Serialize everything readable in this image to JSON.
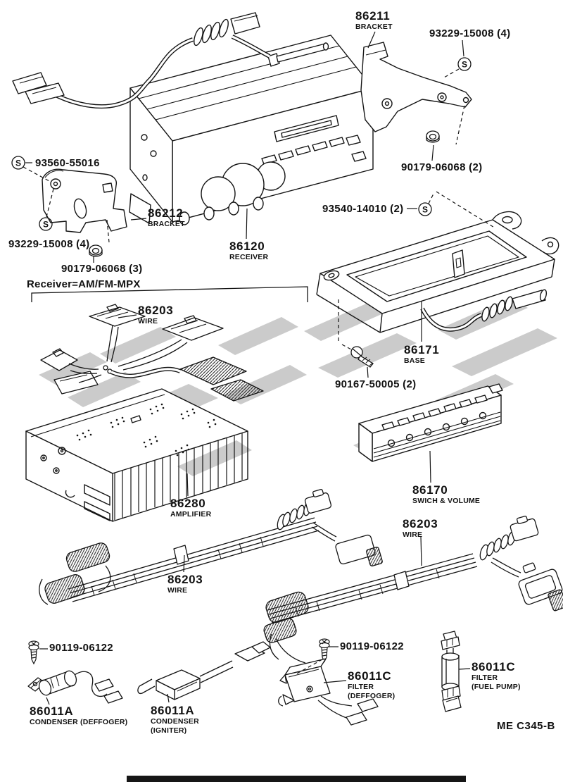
{
  "diagram": {
    "footer_code": "ME C345-B",
    "group_note": "Receiver=AM/FM-MPX",
    "screw_symbol": "S"
  },
  "parts": {
    "bracket_top": {
      "no": "86211",
      "name": "BRACKET"
    },
    "bracket_left": {
      "no": "86212",
      "name": "BRACKET"
    },
    "receiver": {
      "no": "86120",
      "name": "RECEIVER"
    },
    "wire_top": {
      "no": "86203",
      "name": "WIRE"
    },
    "base": {
      "no": "86171",
      "name": "BASE"
    },
    "amplifier": {
      "no": "86280",
      "name": "AMPLIFIER"
    },
    "switch_volume": {
      "no": "86170",
      "name": "SWICH & VOLUME"
    },
    "wire_left": {
      "no": "86203",
      "name": "WIRE"
    },
    "wire_right": {
      "no": "86203",
      "name": "WIRE"
    },
    "condenser_deffoger": {
      "no": "86011A",
      "name": "CONDENSER (DEFFOGER)"
    },
    "condenser_igniter": {
      "no": "86011A",
      "name": "CONDENSER",
      "name2": "(IGNITER)"
    },
    "filter_deffoger": {
      "no": "86011C",
      "name": "FILTER",
      "name2": "(DEFFOGER)"
    },
    "filter_fuelpump": {
      "no": "86011C",
      "name": "FILTER",
      "name2": "(FUEL PUMP)"
    }
  },
  "fasteners": {
    "screw_top_right": "93229-15008 (4)",
    "nut_top_right": "90179-06068 (2)",
    "screw_left_upper": "93560-55016",
    "screw_left_lower": "93229-15008 (4)",
    "nut_left": "90179-06068 (3)",
    "screw_base_top": "93540-14010 (2)",
    "screw_base": "90167-50005 (2)",
    "screw_bottom_left": "90119-06122",
    "screw_bottom_right": "90119-06122"
  }
}
